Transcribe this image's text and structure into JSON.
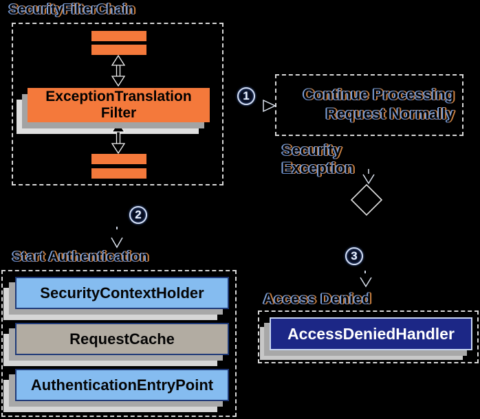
{
  "colors": {
    "background": "#000000",
    "orange": "#F4793B",
    "light_blue": "#85BCF0",
    "warm_gray": "#B2ACA2",
    "navy": "#1C2786",
    "box_border_navy": "#1F3A78",
    "handler_border": "#C9D6F2",
    "dash_border": "#D9D9D9",
    "shadow_near": "#A3A3A3",
    "shadow_far": "#E0E0E0",
    "halo_blue": "#7FA3DC",
    "halo_orange": "#CD8242"
  },
  "security_filter_chain": {
    "title": "SecurityFilterChain",
    "filter_box": {
      "line1": "ExceptionTranslation",
      "line2": "Filter"
    }
  },
  "steps": {
    "one": "1",
    "two": "2",
    "three": "3"
  },
  "continue_box": {
    "line1": "Continue Processing",
    "line2": "Request Normally"
  },
  "security_exception": {
    "line1": "Security",
    "line2": "Exception"
  },
  "start_authentication": {
    "title": "Start Authentication",
    "boxes": [
      {
        "label": "SecurityContextHolder",
        "fill": "#85BCF0"
      },
      {
        "label": "RequestCache",
        "fill": "#B2ACA2"
      },
      {
        "label": "AuthenticationEntryPoint",
        "fill": "#85BCF0"
      }
    ]
  },
  "access_denied": {
    "title": "Access Denied",
    "handler_label": "AccessDeniedHandler"
  }
}
